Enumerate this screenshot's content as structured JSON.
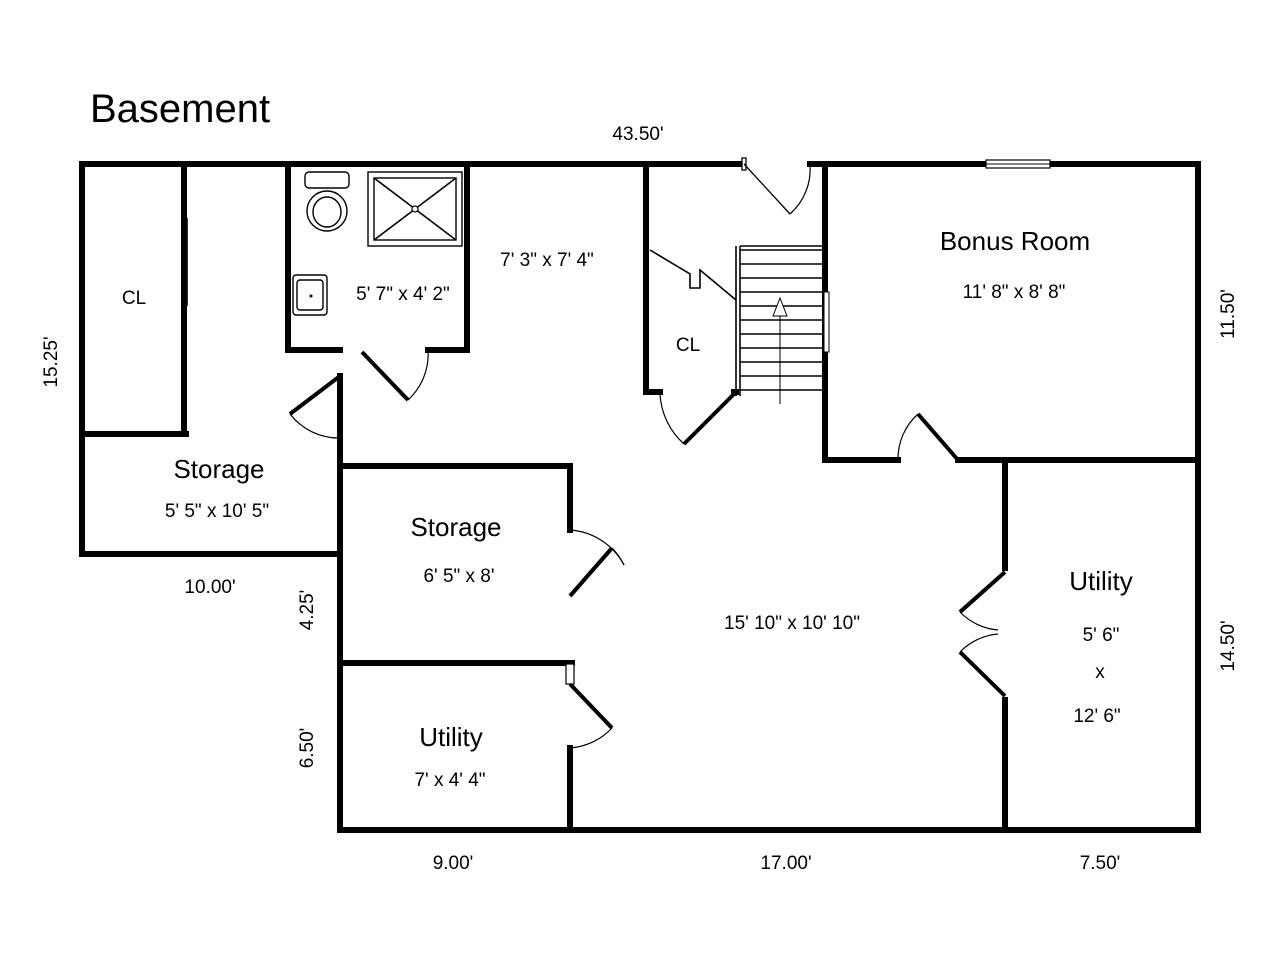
{
  "title": "Basement",
  "dimensions": {
    "top": "43.50'",
    "left": "15.25'",
    "right_upper": "11.50'",
    "right_lower": "14.50'",
    "storage_bottom": "10.00'",
    "left_mid": "4.25'",
    "left_low": "6.50'",
    "bottom_left": "9.00'",
    "bottom_mid": "17.00'",
    "bottom_right": "7.50'"
  },
  "rooms": {
    "closet_left": {
      "name": "CL"
    },
    "bath": {
      "size": "5' 7\" x 4' 2\""
    },
    "hall": {
      "size": "7' 3\" x 7' 4\""
    },
    "closet_stair": {
      "name": "CL"
    },
    "bonus": {
      "name": "Bonus Room",
      "size": "11' 8\" x 8' 8\""
    },
    "storage_left": {
      "name": "Storage",
      "size": "5' 5\" x 10' 5\""
    },
    "storage_mid": {
      "name": "Storage",
      "size": "6' 5\" x 8'"
    },
    "main": {
      "size": "15' 10\" x 10' 10\""
    },
    "utility_left": {
      "name": "Utility",
      "size": "7' x 4' 4\""
    },
    "utility_right": {
      "name": "Utility",
      "size_a": "5' 6\"",
      "size_x": "x",
      "size_b": "12' 6\""
    }
  }
}
